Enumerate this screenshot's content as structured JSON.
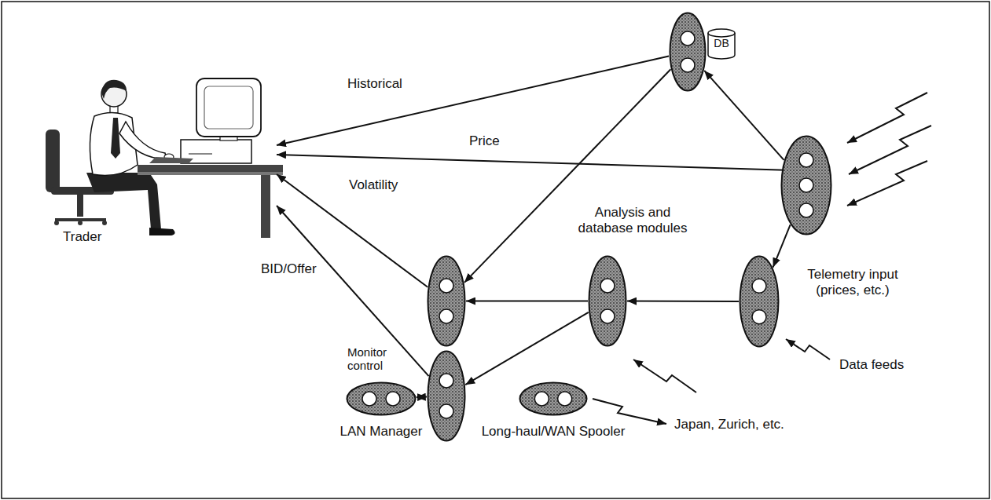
{
  "diagram": {
    "nodes": [
      {
        "text": [
          "Trader"
        ]
      },
      {
        "text": [
          "DB"
        ]
      },
      {
        "text": [
          "Telemetry input (prices, etc.)"
        ]
      },
      {
        "text": [
          "Data feeds"
        ]
      },
      {
        "text": [
          "Analysis and database modules"
        ]
      },
      {
        "text": []
      },
      {
        "text": []
      },
      {
        "text": [
          "LAN Manager"
        ]
      },
      {
        "text": [
          "Long-haul/WAN Spooler"
        ]
      }
    ],
    "edges": [
      {
        "from": 1,
        "to": 0,
        "arrow": "to",
        "label": "Historical"
      },
      {
        "from": 2,
        "to": 0,
        "arrow": "to",
        "label": "Price"
      },
      {
        "from": 2,
        "to": 1,
        "arrow": "to"
      },
      {
        "from": 1,
        "to": 5,
        "arrow": "to"
      },
      {
        "from": 2,
        "to": 3,
        "arrow": "to"
      },
      {
        "from": 3,
        "to": 4,
        "arrow": "to"
      },
      {
        "from": 4,
        "to": 5,
        "arrow": "to"
      },
      {
        "from": 4,
        "to": 6,
        "arrow": "to"
      },
      {
        "from": 5,
        "to": 0,
        "arrow": "to",
        "label": "Volatility"
      },
      {
        "from": 6,
        "to": 0,
        "arrow": "to",
        "label": "BID/Offer"
      },
      {
        "from": 7,
        "to": 6,
        "arrow": "both",
        "label": "Monitor control"
      }
    ],
    "labels": [
      "Japan, Zurich, etc."
    ]
  }
}
